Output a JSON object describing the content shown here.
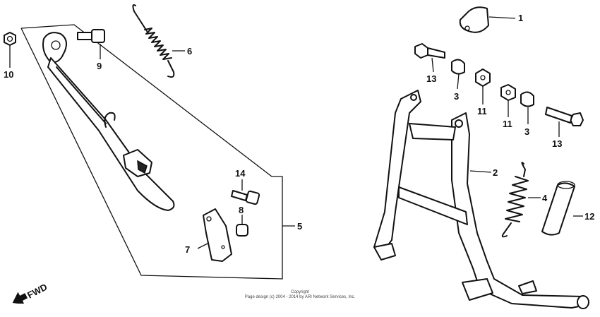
{
  "callouts": [
    {
      "id": "1",
      "label": "1"
    },
    {
      "id": "2",
      "label": "2"
    },
    {
      "id": "3a",
      "label": "3"
    },
    {
      "id": "3b",
      "label": "3"
    },
    {
      "id": "4",
      "label": "4"
    },
    {
      "id": "5",
      "label": "5"
    },
    {
      "id": "6",
      "label": "6"
    },
    {
      "id": "7",
      "label": "7"
    },
    {
      "id": "8",
      "label": "8"
    },
    {
      "id": "9",
      "label": "9"
    },
    {
      "id": "10",
      "label": "10"
    },
    {
      "id": "11a",
      "label": "11"
    },
    {
      "id": "11b",
      "label": "11"
    },
    {
      "id": "12",
      "label": "12"
    },
    {
      "id": "13a",
      "label": "13"
    },
    {
      "id": "13b",
      "label": "13"
    },
    {
      "id": "14",
      "label": "14"
    }
  ],
  "direction_indicator": {
    "label": "FWD",
    "icon": "forward-arrow-icon"
  },
  "copyright": {
    "line1": "Copyright",
    "line2": "Page design (c) 2004 - 2014 by ARI Network Services, Inc."
  }
}
